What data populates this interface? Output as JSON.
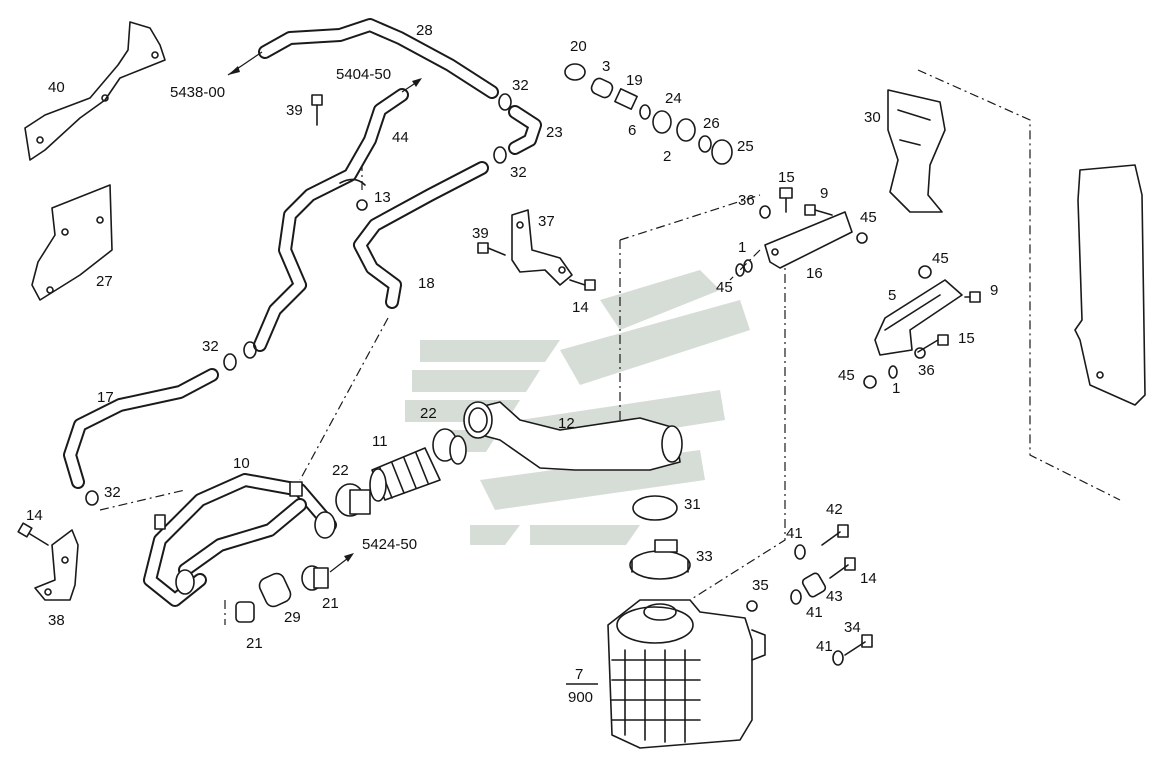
{
  "labels": {
    "p40": "40",
    "p27": "27",
    "p39a": "39",
    "p13": "13",
    "p5438": "5438-00",
    "p28": "28",
    "p5404": "5404-50",
    "p44": "44",
    "p32a": "32",
    "p23": "23",
    "p32b": "32",
    "p18": "18",
    "p32c": "32",
    "p17": "17",
    "p32d": "32",
    "p14a": "14",
    "p38": "38",
    "p10": "10",
    "p22a": "22",
    "p11": "11",
    "p22b": "22",
    "p12": "12",
    "p5424": "5424-50",
    "p29": "29",
    "p21a": "21",
    "p21b": "21",
    "p20": "20",
    "p3": "3",
    "p19": "19",
    "p24": "24",
    "p6": "6",
    "p2": "2",
    "p26": "26",
    "p25": "25",
    "p39b": "39",
    "p37": "37",
    "p14b": "14",
    "p30": "30",
    "p15a": "15",
    "p9a": "9",
    "p36a": "36",
    "p45a": "45",
    "p1a": "1",
    "p45b": "45",
    "p16": "16",
    "p45c": "45",
    "p9b": "9",
    "p5": "5",
    "p15b": "15",
    "p45d": "45",
    "p1b": "1",
    "p36b": "36",
    "p31": "31",
    "p33": "33",
    "p42": "42",
    "p41a": "41",
    "p14c": "14",
    "p35": "35",
    "p43": "43",
    "p41b": "41",
    "p34": "34",
    "p41c": "41",
    "p7": "7",
    "p900": "900"
  }
}
